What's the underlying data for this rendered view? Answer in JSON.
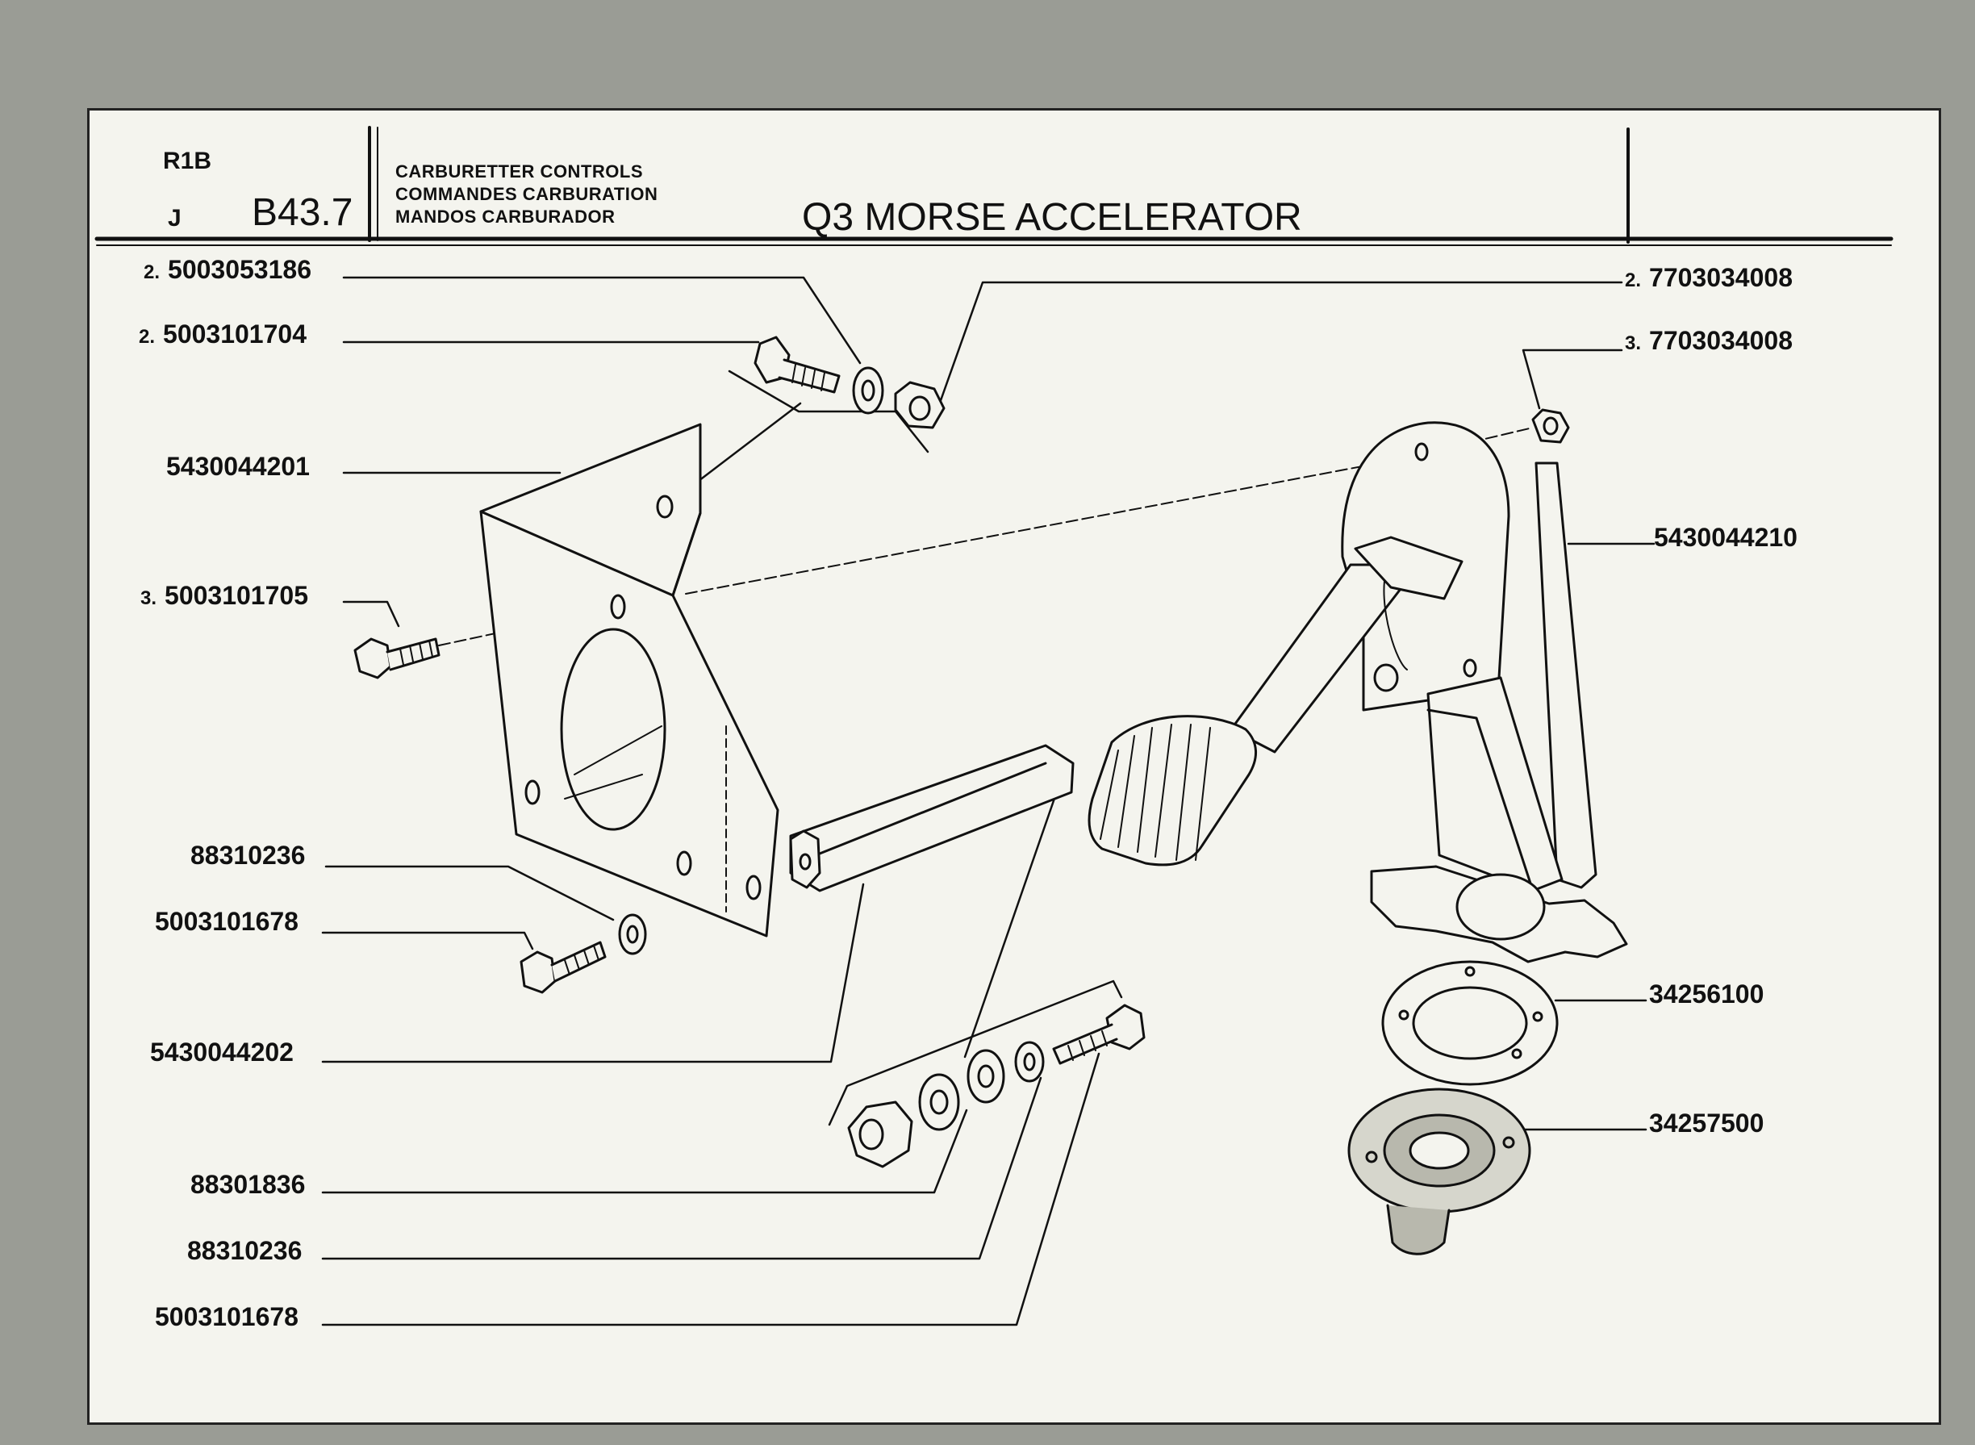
{
  "header": {
    "model": "R1B",
    "version": "J",
    "page_ref": "B43.7",
    "section_lines": [
      "CARBURETTER CONTROLS",
      "COMMANDES CARBURATION",
      "MANDOS CARBURADOR"
    ],
    "title": "Q3 MORSE ACCELERATOR"
  },
  "callouts": [
    {
      "qty": "2.",
      "part": "5003053186"
    },
    {
      "qty": "2.",
      "part": "5003101704"
    },
    {
      "qty": "",
      "part": "5430044201"
    },
    {
      "qty": "3.",
      "part": "5003101705"
    },
    {
      "qty": "",
      "part": "88310236"
    },
    {
      "qty": "",
      "part": "5003101678"
    },
    {
      "qty": "",
      "part": "5430044202"
    },
    {
      "qty": "",
      "part": "88301836"
    },
    {
      "qty": "",
      "part": "88310236"
    },
    {
      "qty": "",
      "part": "5003101678"
    },
    {
      "qty": "2.",
      "part": "7703034008"
    },
    {
      "qty": "3.",
      "part": "7703034008"
    },
    {
      "qty": "",
      "part": "5430044210"
    },
    {
      "qty": "",
      "part": "34256100"
    },
    {
      "qty": "",
      "part": "34257500"
    }
  ]
}
